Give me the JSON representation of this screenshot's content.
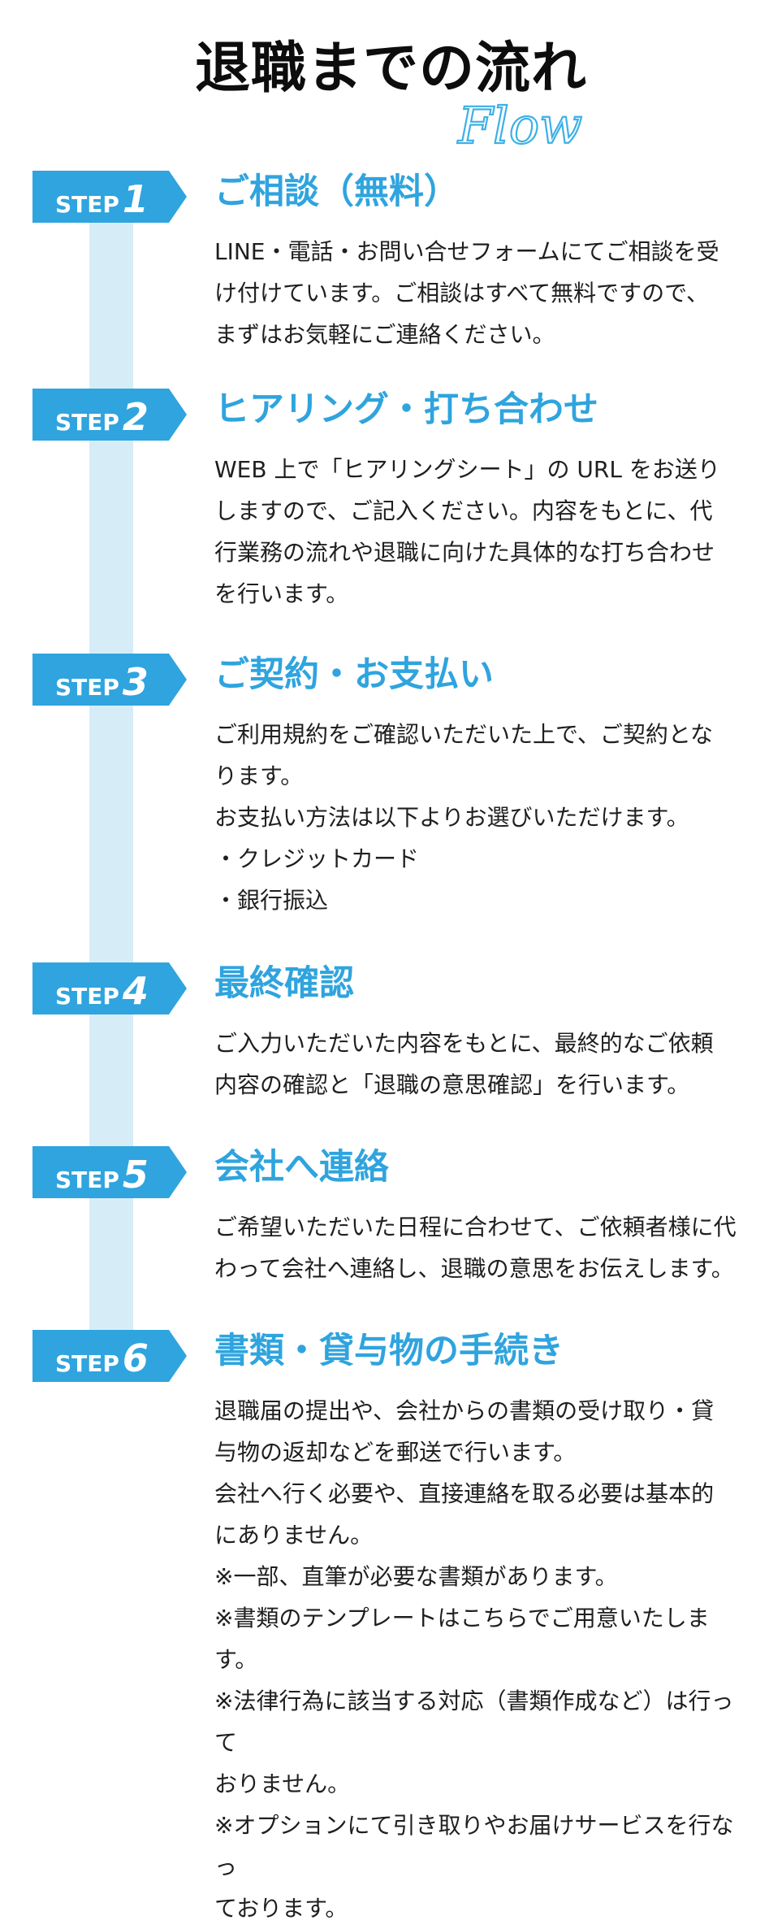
{
  "header": {
    "title": "退職までの流れ",
    "script_label": "Flow"
  },
  "colors": {
    "accent": "#2fa4de",
    "timeline": "#d6edf8",
    "text": "#1f1f1f"
  },
  "steps": [
    {
      "tag_word": "STEP",
      "tag_number": "1",
      "title": "ご相談（無料）",
      "lines": [
        "LINE・電話・お問い合せフォームにてご相談を受",
        "け付けています。ご相談はすべて無料ですので、",
        "まずはお気軽にご連絡ください。"
      ]
    },
    {
      "tag_word": "STEP",
      "tag_number": "2",
      "title": "ヒアリング・打ち合わせ",
      "lines": [
        "WEB 上で「ヒアリングシート」の URL をお送り",
        "しますので、ご記入ください。内容をもとに、代",
        "行業務の流れや退職に向けた具体的な打ち合わせ",
        "を行います。"
      ]
    },
    {
      "tag_word": "STEP",
      "tag_number": "3",
      "title": "ご契約・お支払い",
      "lines": [
        "ご利用規約をご確認いただいた上で、ご契約とな",
        "ります。",
        "お支払い方法は以下よりお選びいただけます。",
        "・クレジットカード",
        "・銀行振込"
      ]
    },
    {
      "tag_word": "STEP",
      "tag_number": "4",
      "title": "最終確認",
      "lines": [
        "ご入力いただいた内容をもとに、最終的なご依頼",
        "内容の確認と「退職の意思確認」を行います。"
      ]
    },
    {
      "tag_word": "STEP",
      "tag_number": "5",
      "title": "会社へ連絡",
      "lines": [
        "ご希望いただいた日程に合わせて、ご依頼者様に代",
        "わって会社へ連絡し、退職の意思をお伝えします。"
      ]
    },
    {
      "tag_word": "STEP",
      "tag_number": "6",
      "title": "書類・貸与物の手続き",
      "lines": [
        "退職届の提出や、会社からの書類の受け取り・貸",
        "与物の返却などを郵送で行います。",
        "会社へ行く必要や、直接連絡を取る必要は基本的",
        "にありません。",
        "※一部、直筆が必要な書類があります。",
        "※書類のテンプレートはこちらでご用意いたします。",
        "※法律行為に該当する対応（書類作成など）は行って",
        "おりません。",
        "※オプションにて引き取りやお届けサービスを行なっ",
        "ております。"
      ]
    }
  ]
}
